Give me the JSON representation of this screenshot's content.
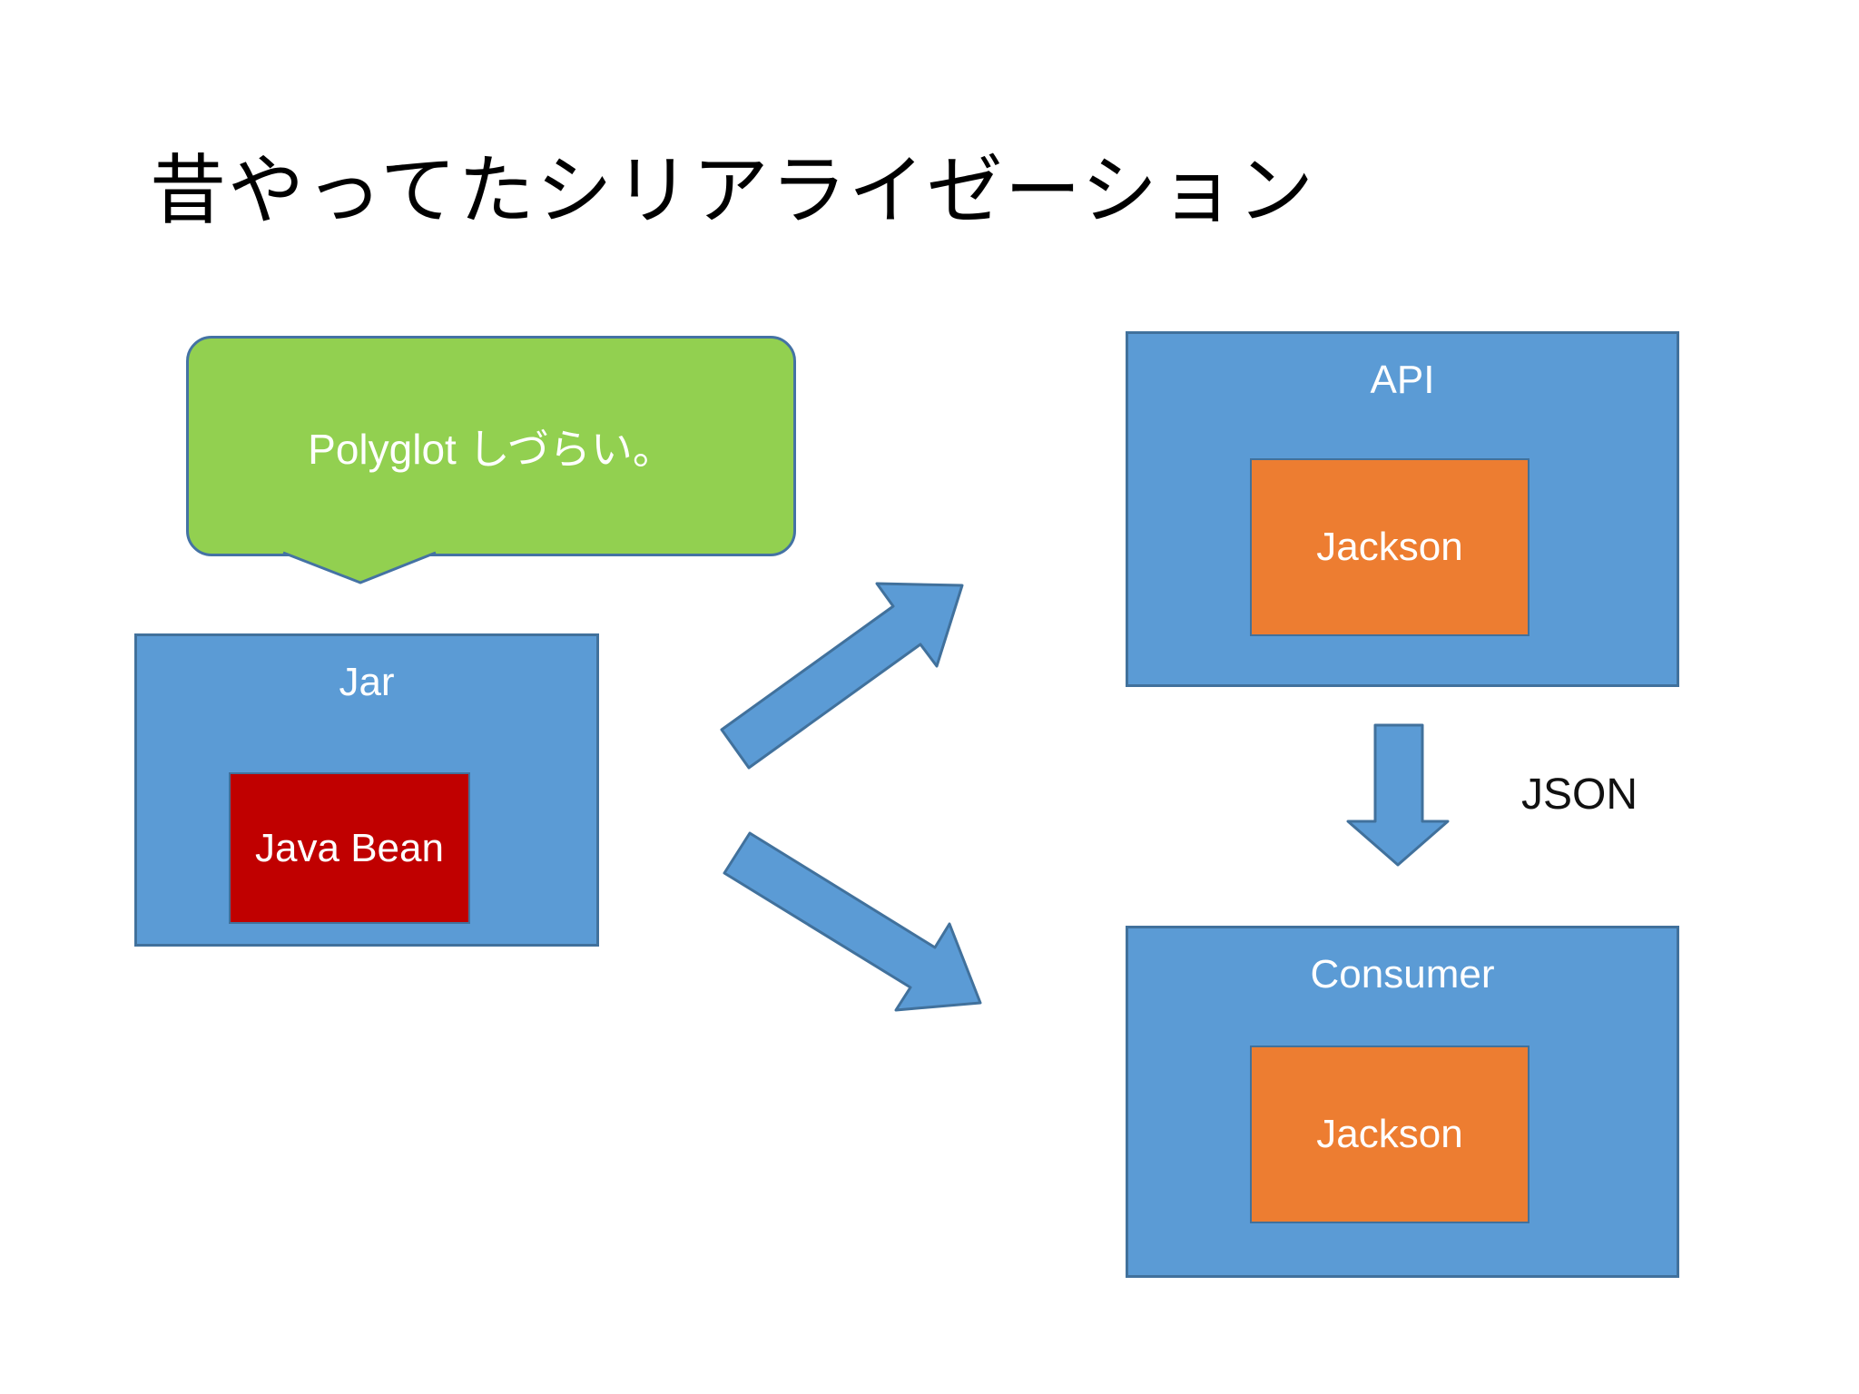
{
  "title": "昔やってたシリアライゼーション",
  "callout": {
    "text": "Polyglot しづらい。"
  },
  "jar": {
    "label": "Jar",
    "inner_label": "Java Bean"
  },
  "api": {
    "label": "API",
    "inner_label": "Jackson"
  },
  "consumer": {
    "label": "Consumer",
    "inner_label": "Jackson"
  },
  "json_flow": {
    "label": "JSON"
  },
  "colors": {
    "container_blue": "#5B9BD5",
    "shape_border_blue": "#41719C",
    "callout_green": "#92D050",
    "callout_border_blue": "#4472A4",
    "java_bean_red": "#C00000",
    "jackson_orange": "#ED7D31",
    "arrow_blue": "#5B9BD5",
    "label_white": "#FFFFFF",
    "title_black": "#000000"
  }
}
